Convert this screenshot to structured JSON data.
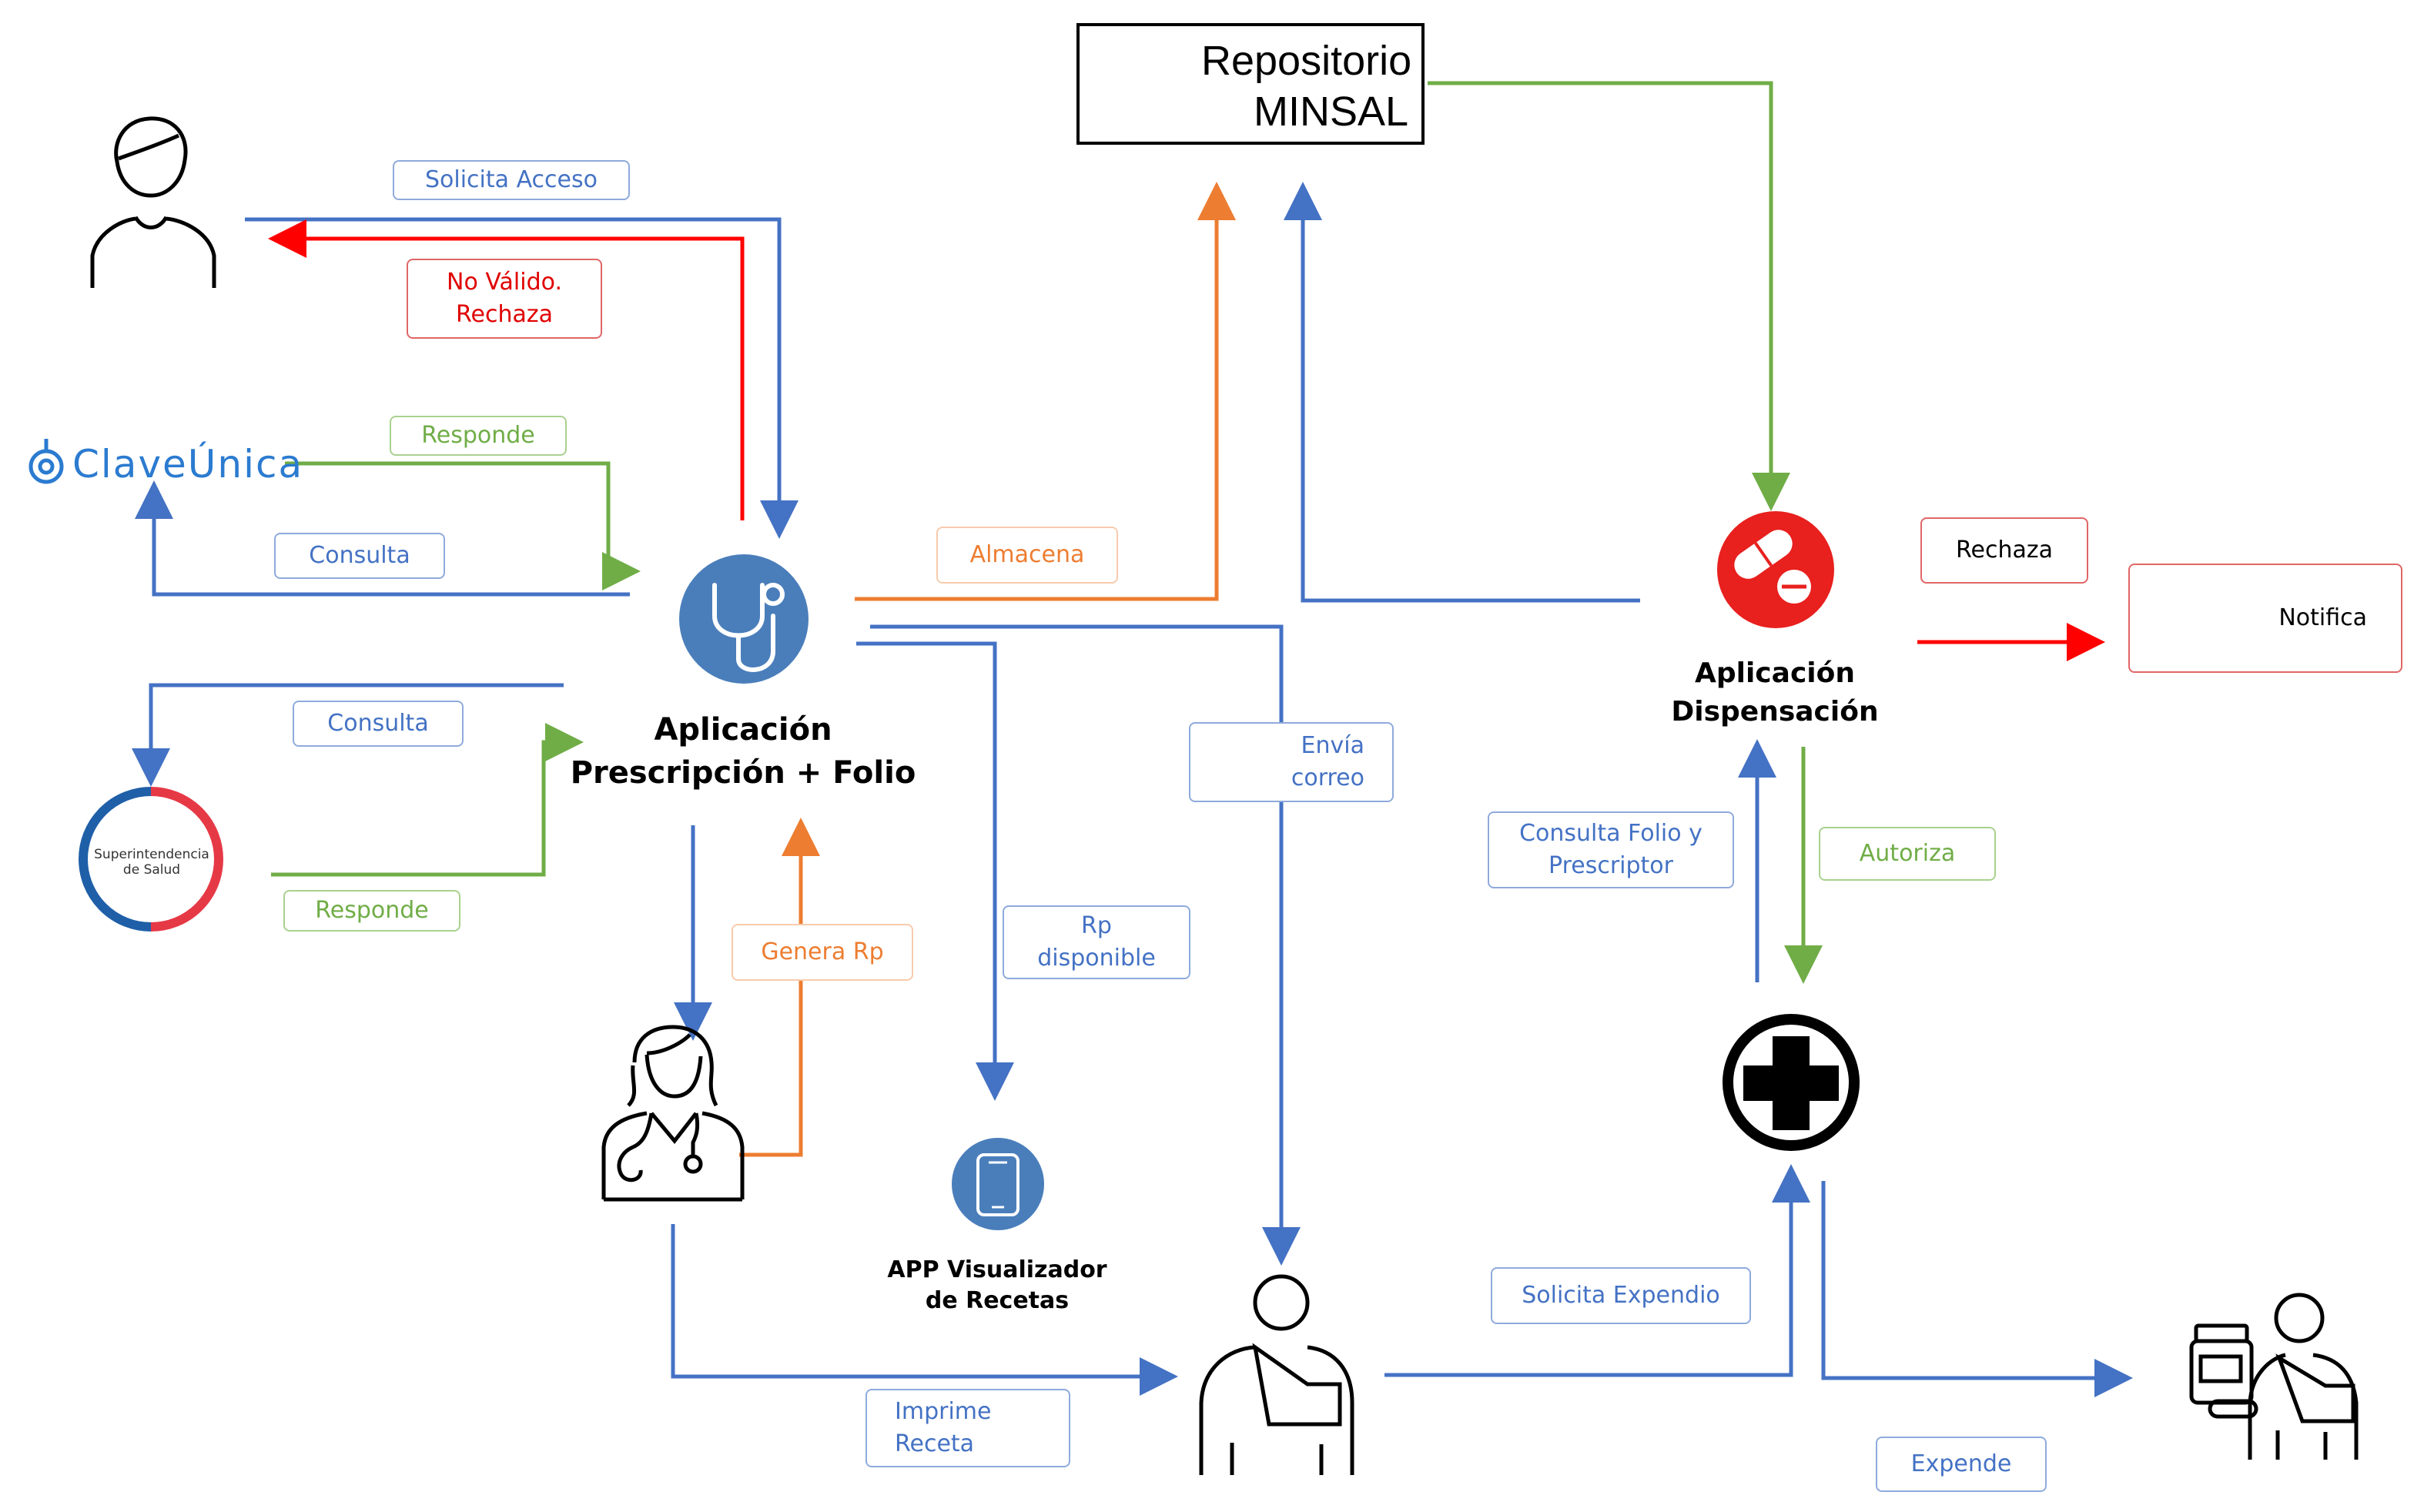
{
  "repositorio": {
    "line1": "Repositorio",
    "line2": "MINSAL"
  },
  "clave_unica": {
    "text": "ClaveÚnica"
  },
  "superintendencia": {
    "line1": "Superintendencia",
    "line2": "de Salud"
  },
  "titles": {
    "prescripcion_line1": "Aplicación",
    "prescripcion_line2": "Prescripción + Folio",
    "dispensacion_line1": "Aplicación",
    "dispensacion_line2": "Dispensación",
    "app_line1": "APP Visualizador",
    "app_line2": "de Recetas"
  },
  "labels": {
    "solicita_acceso": "Solicita Acceso",
    "no_valido_1": "No Válido.",
    "no_valido_2": "Rechaza",
    "responde_top": "Responde",
    "consulta_top": "Consulta",
    "consulta_mid": "Consulta",
    "responde_bottom": "Responde",
    "almacena": "Almacena",
    "genera_rp": "Genera Rp",
    "rp_disponible_1": "Rp",
    "rp_disponible_2": "disponible",
    "envia_correo_1": "Envía",
    "envia_correo_2": "correo",
    "imprime_receta_1": "Imprime",
    "imprime_receta_2": "Receta",
    "rechaza": "Rechaza",
    "notifica": "Notifica",
    "consulta_folio_1": "Consulta Folio y",
    "consulta_folio_2": "Prescriptor",
    "autoriza": "Autoriza",
    "solicita_expendio": "Solicita Expendio",
    "expende": "Expende"
  },
  "colors": {
    "blue": "#4472C4",
    "green": "#70AD47",
    "orange": "#ED7D31",
    "red": "#FF0000",
    "circle_blue": "#4A7EBB",
    "pill_red": "#E8201E"
  }
}
